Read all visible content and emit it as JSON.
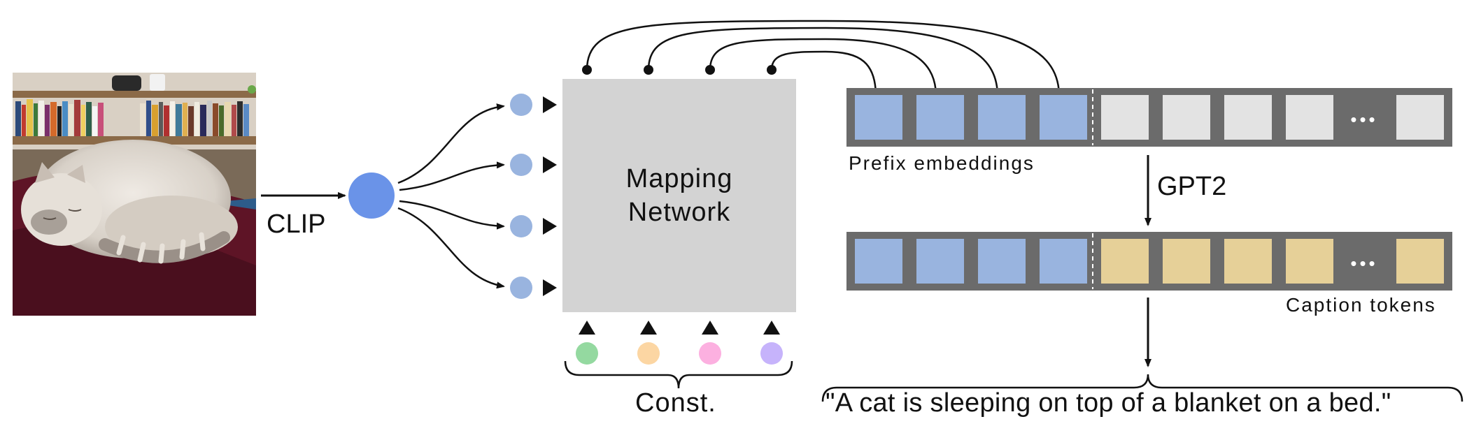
{
  "input_image": {
    "icon": "sleeping-cat-photo"
  },
  "encoder": {
    "label": "CLIP",
    "color": "#6a93e8"
  },
  "mapping_network": {
    "line1": "Mapping",
    "line2": "Network",
    "color": "#d3d3d3"
  },
  "constants": {
    "label": "Const.",
    "colors": [
      "#94d9a0",
      "#fcd6a3",
      "#fcb0e0",
      "#c6b3fb"
    ]
  },
  "prefix_row": {
    "label": "Prefix embeddings",
    "prefix_color": "#99b4df",
    "empty_color": "#e3e3e3",
    "frame_color": "#6b6b6b",
    "ellipsis": "•••"
  },
  "decoder": {
    "label": "GPT2"
  },
  "caption_row": {
    "label": "Caption tokens",
    "prefix_color": "#99b4df",
    "token_color": "#e6d098",
    "frame_color": "#6b6b6b",
    "ellipsis": "•••"
  },
  "output": {
    "caption": "\"A cat is sleeping on top of a blanket on a bed.\""
  }
}
